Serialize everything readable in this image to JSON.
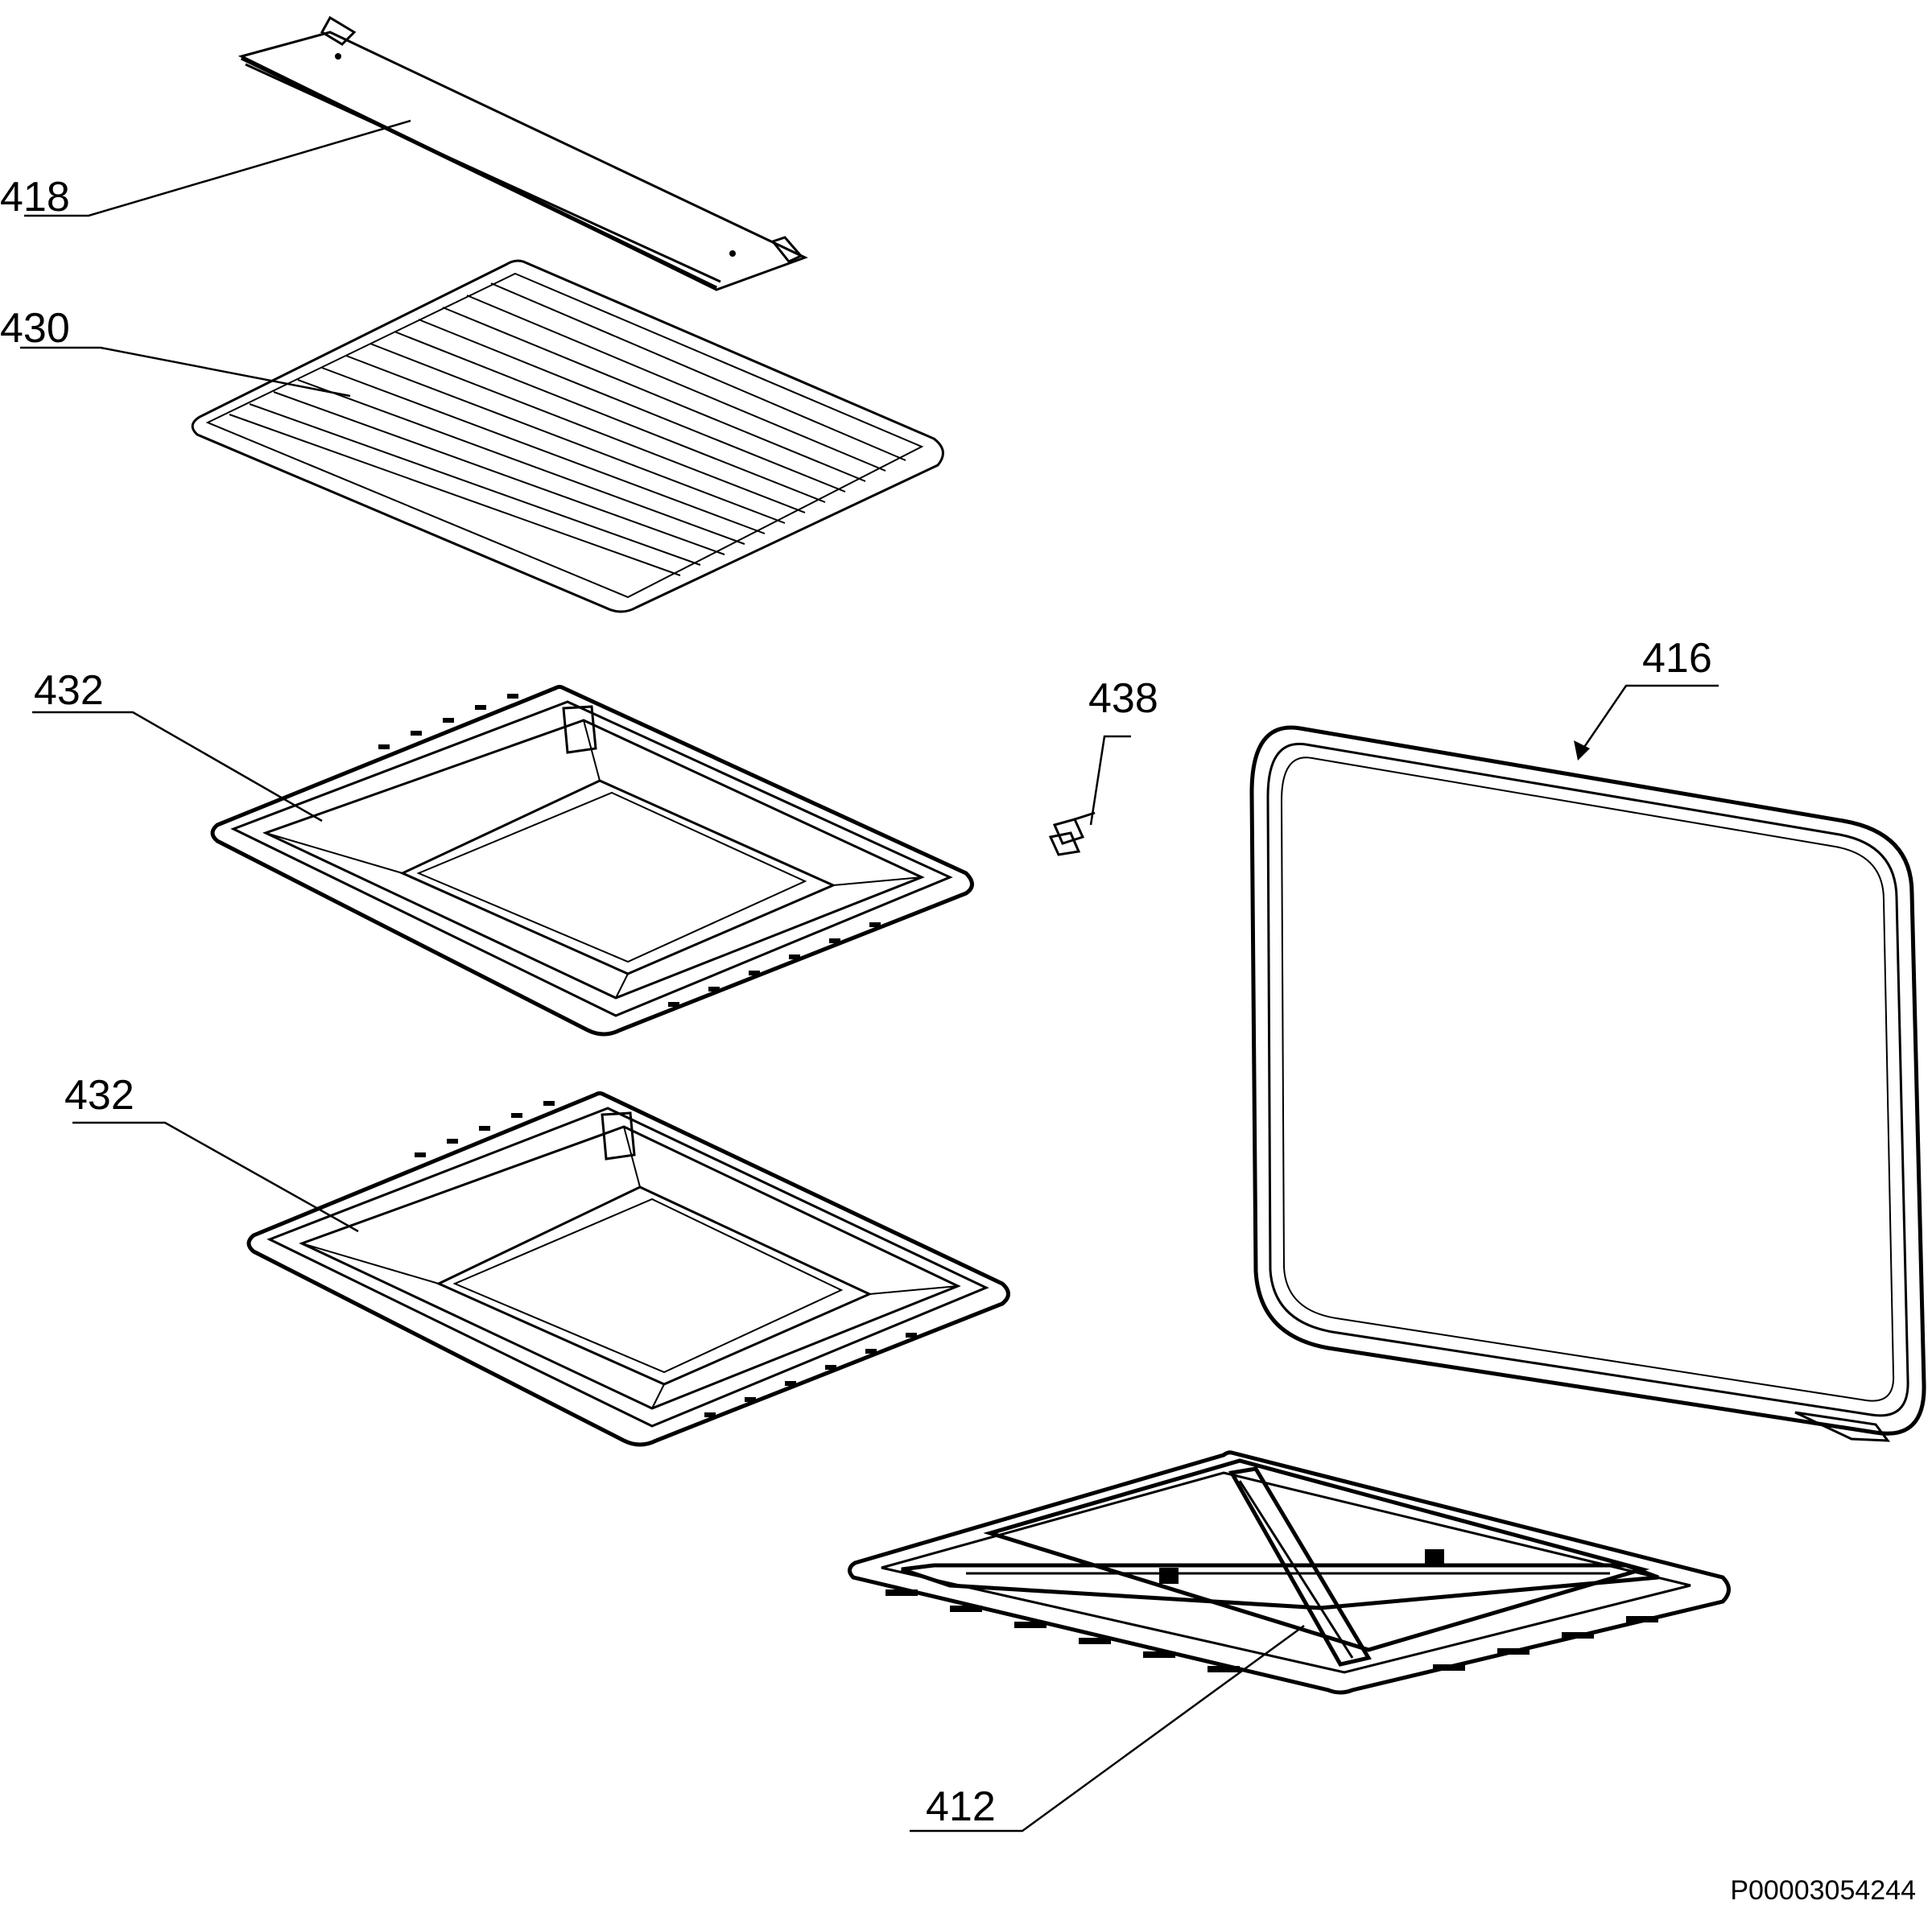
{
  "parts": [
    {
      "id": "p418",
      "label": "418"
    },
    {
      "id": "p430",
      "label": "430"
    },
    {
      "id": "p432a",
      "label": "432"
    },
    {
      "id": "p432b",
      "label": "432"
    },
    {
      "id": "p438",
      "label": "438"
    },
    {
      "id": "p416",
      "label": "416"
    },
    {
      "id": "p412",
      "label": "412"
    }
  ],
  "drawing_number": "P00003054244"
}
